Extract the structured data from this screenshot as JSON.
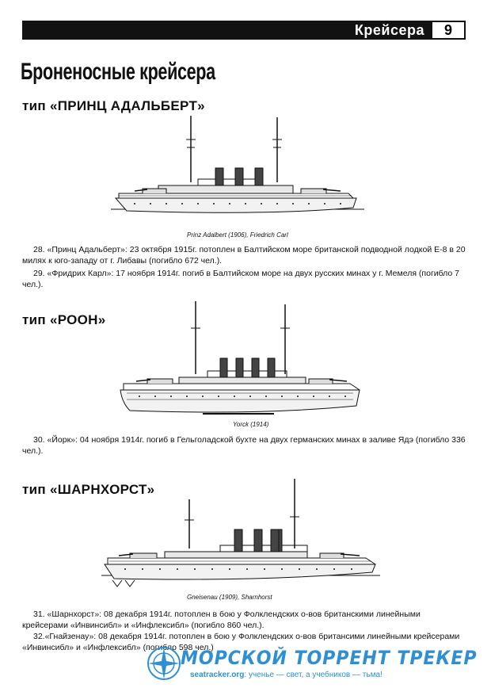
{
  "header": {
    "title": "Крейсера",
    "page_number": "9"
  },
  "section_title": "Броненосные крейсера",
  "types": [
    {
      "heading": "тип «ПРИНЦ АДАЛЬБЕРТ»",
      "caption": "Prinz Adalbert (1906), Friedrich Carl",
      "paragraphs": [
        "28. «Принц Адальберт»: 23 октября 1915г. потоплен в Балтийском море британской подводной лодкой Е-8 в 20 милях к юго-западу от г. Либавы (погибло 672 чел.).",
        "29. «Фридрих Карл»: 17 ноября 1914г. погиб в Балтийском море на двух русских минах у г. Мемеля (погибло 7 чел.)."
      ]
    },
    {
      "heading": "тип «РООН»",
      "caption": "Yorck (1914)",
      "paragraphs": [
        "30. «Йорк»: 04 ноября 1914г. погиб в Гельголадской бухте на двух германских минах в заливе Ядэ (погибло 336 чел.)."
      ]
    },
    {
      "heading": "тип «ШАРНХОРСТ»",
      "caption": "Gneisenau (1909), Sharnhorst",
      "paragraphs": [
        "31. «Шарнхорст»: 08 декабря 1914г. потоплен в бою у Фолклендских о-вов британскими линейными крейсерами «Инвинсибл» и «Инфлексибл» (погибло 860 чел.).",
        "32.«Гнайзенау»: 08 декабря 1914г. потоплен в бою у Фолклендских о-вов британсими линейными крейсерами «Инвинсибл» и «Инфлексибл» (погибло 598 чел.)"
      ]
    }
  ],
  "watermark": {
    "title": "МОРСКОЙ ТОРРЕНТ ТРЕКЕР",
    "site": "seatracker.org",
    "slogan": ": ученье — свет, а учебников — тьма!",
    "color": "#2f8fd3"
  }
}
